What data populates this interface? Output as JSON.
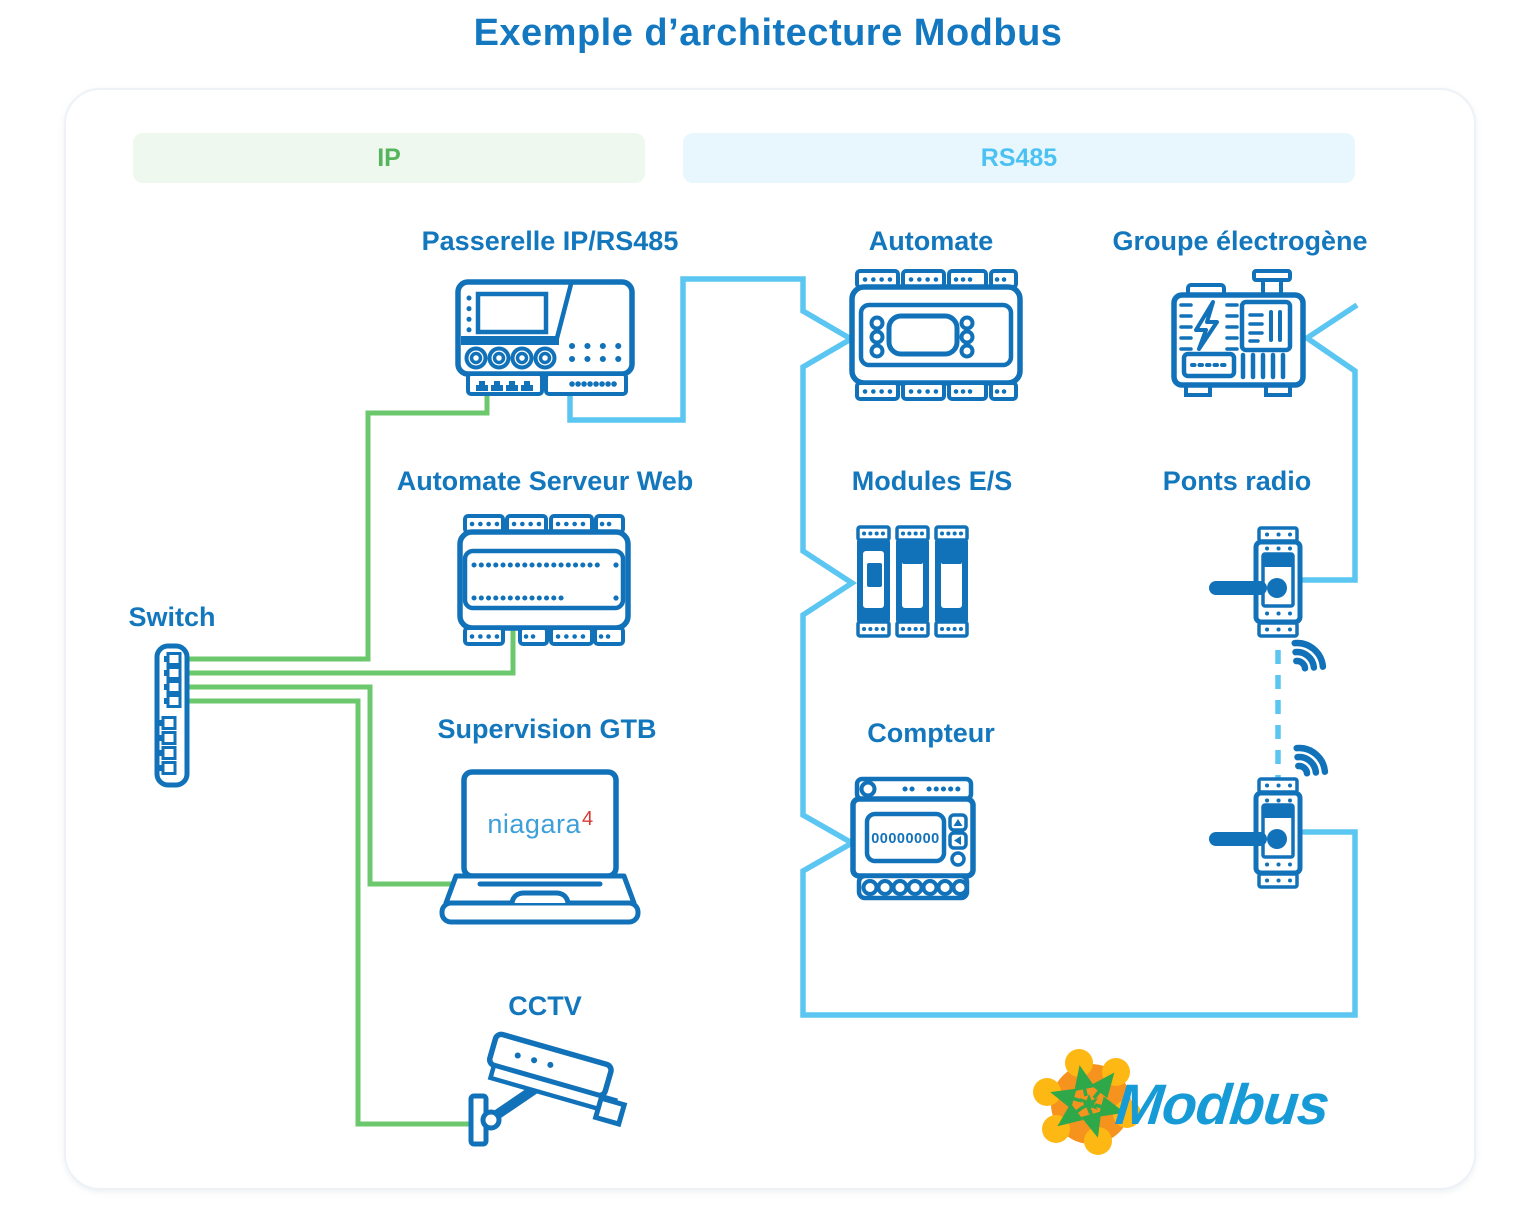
{
  "title": "Exemple d’architecture Modbus",
  "zones": {
    "ip": {
      "label": "IP"
    },
    "rs485": {
      "label": "RS485"
    }
  },
  "devices": {
    "passerelle": {
      "label": "Passerelle IP/RS485"
    },
    "automate": {
      "label": "Automate"
    },
    "groupe_electrogene": {
      "label": "Groupe électrogène"
    },
    "automate_serveur_web": {
      "label": "Automate Serveur Web"
    },
    "modules_es": {
      "label": "Modules E/S"
    },
    "ponts_radio": {
      "label": "Ponts radio"
    },
    "switch": {
      "label": "Switch"
    },
    "supervision_gtb": {
      "label": "Supervision GTB"
    },
    "compteur": {
      "label": "Compteur",
      "display": "00000000"
    },
    "cctv": {
      "label": "CCTV"
    }
  },
  "laptop": {
    "brand": "niagara",
    "version": "4"
  },
  "logo": {
    "text": "Modbus"
  },
  "colors": {
    "device_blue": "#1272b9",
    "label_blue": "#1377bd",
    "title_blue": "#1478c0",
    "line_green": "#6cc86c",
    "line_blue": "#5bc6f1",
    "ip_text": "#56b45c",
    "ip_bg": "#eef8ee",
    "rs485_text": "#4cc2f3",
    "rs485_bg": "#e8f7fd",
    "niagara_blue": "#3f9fd9",
    "niagara_red": "#d93a35",
    "modbus_text_blue": "#169bd7",
    "modbus_orange": "#f6921e",
    "modbus_yellow": "#fdb813",
    "modbus_green": "#2fa84a"
  }
}
